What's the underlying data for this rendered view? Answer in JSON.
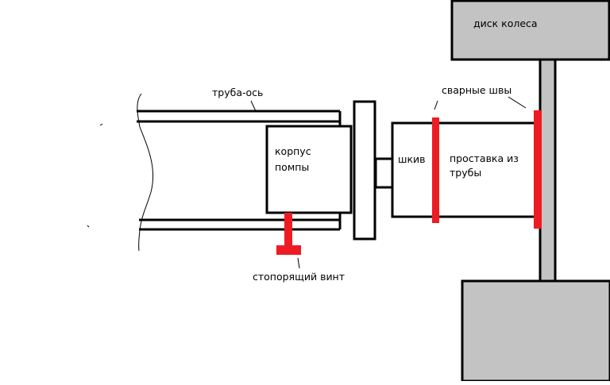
{
  "labels": {
    "wheel_disc": "диск колеса",
    "tube_axle": "труба-ось",
    "weld_seams": "сварные швы",
    "pump_housing_line1": "корпус",
    "pump_housing_line2": "помпы",
    "pulley": "шкив",
    "spacer_line1": "проставка из",
    "spacer_line2": "трубы",
    "locking_screw": "стопорящий винт"
  },
  "colors": {
    "outline": "#000000",
    "weld": "#ed1c24",
    "disc_fill": "#c3c3c3",
    "background": "#ffffff"
  }
}
